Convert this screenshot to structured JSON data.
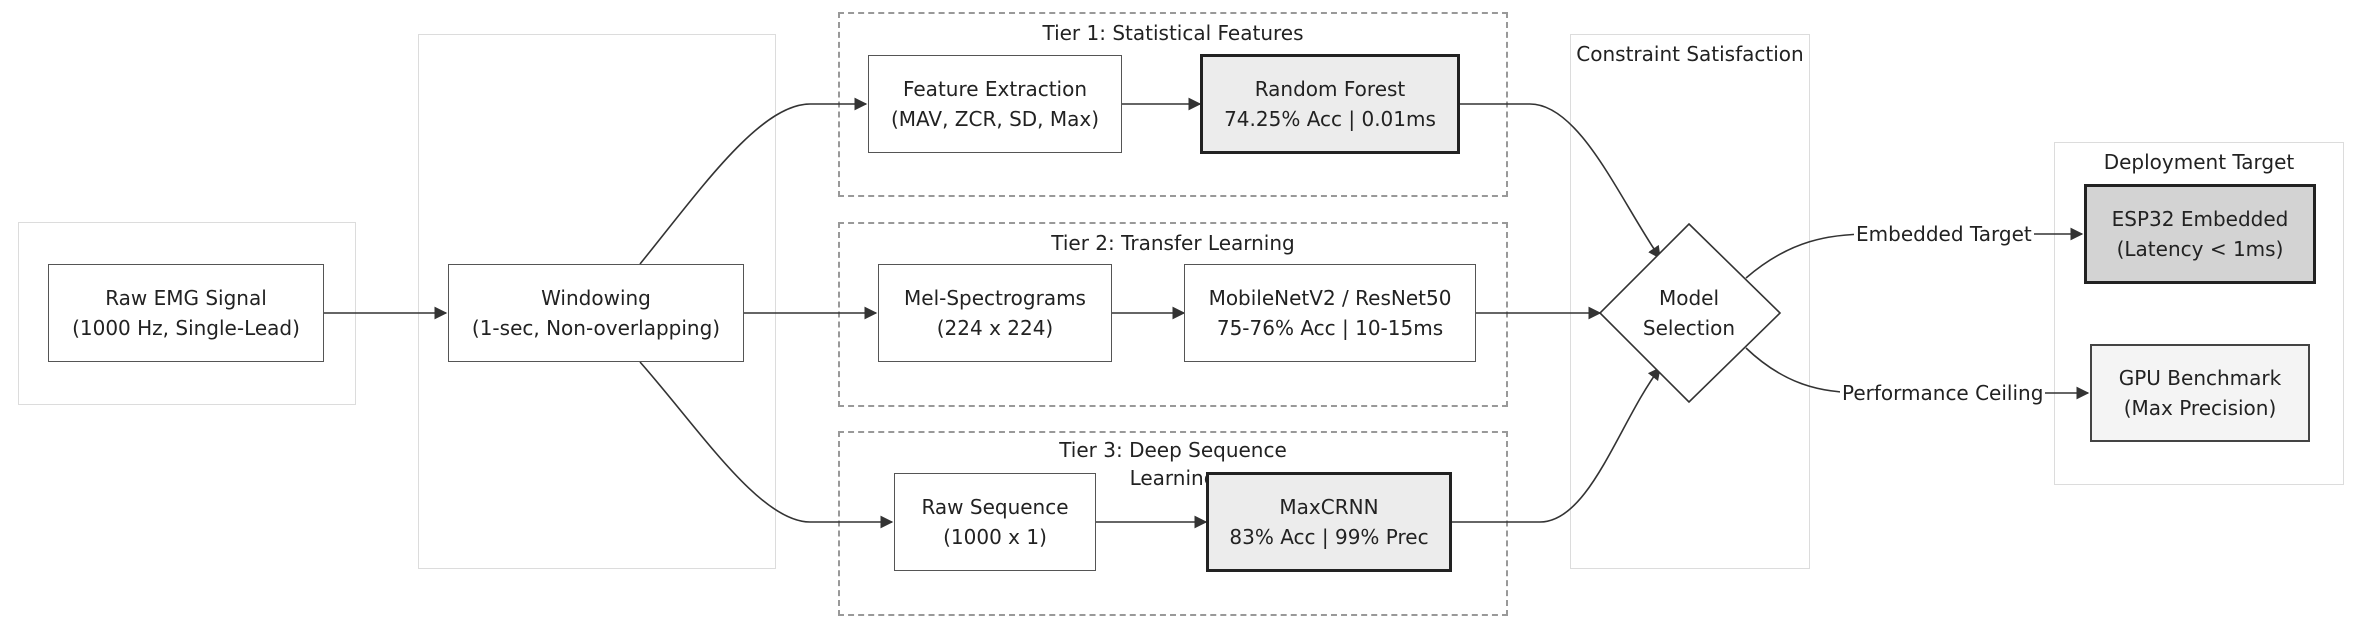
{
  "clusters": {
    "tier1": "Tier 1: Statistical Features",
    "tier2": "Tier 2: Transfer Learning",
    "tier3_line1": "Tier 3: Deep Sequence",
    "tier3_line2": "Learning",
    "constraint": "Constraint Satisfaction",
    "deployment": "Deployment Target"
  },
  "nodes": {
    "raw_emg": [
      "Raw EMG Signal",
      "(1000 Hz, Single-Lead)"
    ],
    "windowing": [
      "Windowing",
      "(1-sec, Non-overlapping)"
    ],
    "feature_extraction": [
      "Feature Extraction",
      "(MAV, ZCR, SD, Max)"
    ],
    "random_forest": [
      "Random Forest",
      "74.25% Acc | 0.01ms"
    ],
    "mel_spectrograms": [
      "Mel-Spectrograms",
      "(224 x 224)"
    ],
    "mobilenet": [
      "MobileNetV2 / ResNet50",
      "75-76% Acc | 10-15ms"
    ],
    "raw_sequence": [
      "Raw Sequence",
      "(1000 x 1)"
    ],
    "maxcrnn": [
      "MaxCRNN",
      "83% Acc | 99% Prec"
    ],
    "model_selection": [
      "Model",
      "Selection"
    ],
    "esp32": [
      "ESP32 Embedded",
      "(Latency < 1ms)"
    ],
    "gpu": [
      "GPU Benchmark",
      "(Max Precision)"
    ]
  },
  "edge_labels": {
    "embedded": "Embedded Target",
    "performance": "Performance Ceiling"
  }
}
